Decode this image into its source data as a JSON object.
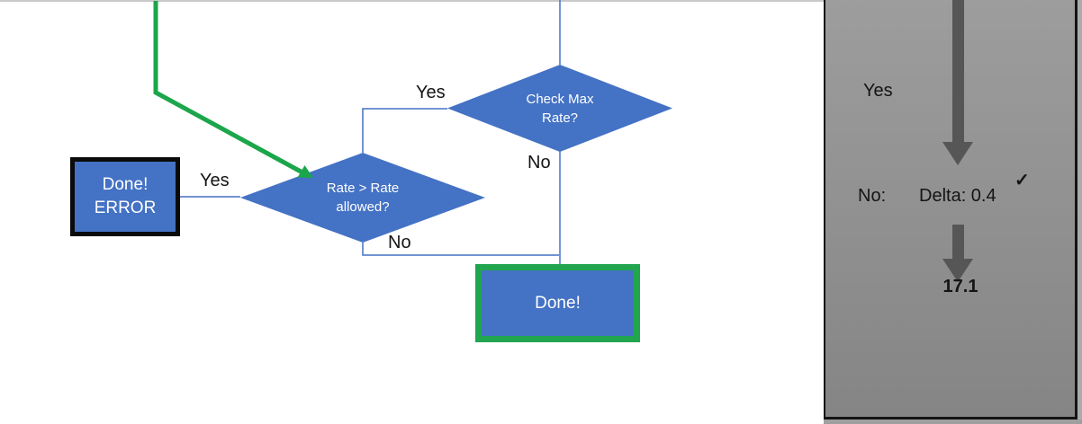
{
  "flowchart": {
    "error_box": {
      "line1": "Done!",
      "line2": "ERROR"
    },
    "rate_decision": {
      "line1": "Rate > Rate",
      "line2": "allowed?"
    },
    "max_rate_decision": {
      "line1": "Check Max",
      "line2": "Rate?"
    },
    "done_box": {
      "label": "Done!"
    },
    "edge_labels": {
      "max_rate_yes": "Yes",
      "max_rate_no": "No",
      "rate_yes": "Yes",
      "rate_no": "No"
    }
  },
  "side_panel": {
    "yes_label": "Yes",
    "no_label": "No:",
    "delta_value": "Delta: 0.4",
    "checkmark": "✓",
    "result": "17.1"
  },
  "colors": {
    "shape_blue": "#4472C4",
    "connector_blue": "#4472C4",
    "flow_green": "#1CA64B",
    "done_border_green": "#21A54E",
    "result_green": "#92D050",
    "arrow_gray": "#565656",
    "panel_gray": "#9d9d9d",
    "error_border_black": "#0b0b0b"
  }
}
